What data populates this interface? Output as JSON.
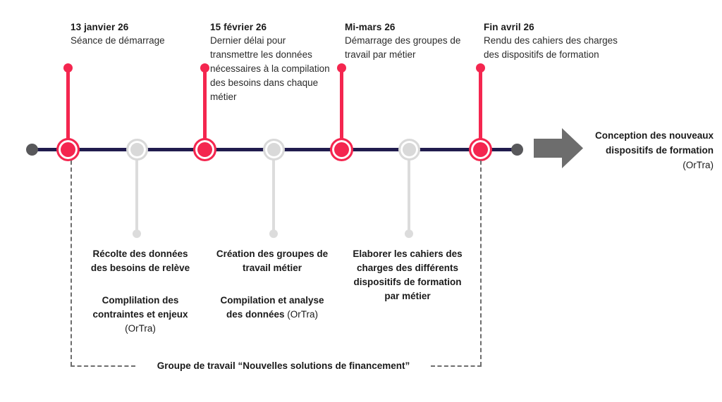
{
  "colors": {
    "accent_red": "#f4264f",
    "axis_navy": "#211c4e",
    "grey_marker": "#d9d9d9",
    "grey_endpoint": "#58585b",
    "arrow_grey": "#6d6d6d",
    "text": "#1a1a1a"
  },
  "timeline": {
    "start_dot": "timeline-start-dot",
    "end_dot": "timeline-end-dot",
    "milestones": [
      {
        "date": "13 janvier 26",
        "description": "Séance de démarrage"
      },
      {
        "date": "15 février 26",
        "description": "Dernier délai pour transmettre les données nécessaires à la compilation des besoins dans chaque métier"
      },
      {
        "date": "Mi-mars 26",
        "description": "Démarrage des groupes de travail par métier"
      },
      {
        "date": "Fin avril 26",
        "description": "Rendu des cahiers des charges des dispositifs de formation"
      }
    ],
    "tasks": [
      {
        "line1": "Récolte des données des besoins de relève",
        "line2_bold": "Complilation des contraintes et enjeux",
        "line2_light": "(OrTra)"
      },
      {
        "line1": "Création des groupes de travail métier",
        "line2_bold": "Compilation et analyse des données",
        "line2_light": "(OrTra)"
      },
      {
        "line1": "Elaborer les cahiers des charges des différents dispositifs de formation par métier",
        "line2_bold": "",
        "line2_light": ""
      }
    ]
  },
  "outcome": {
    "bold": "Conception des nouveaux dispositifs de formation",
    "light": "(OrTra)"
  },
  "bracket": {
    "label": "Groupe de travail “Nouvelles solutions de financement”"
  }
}
